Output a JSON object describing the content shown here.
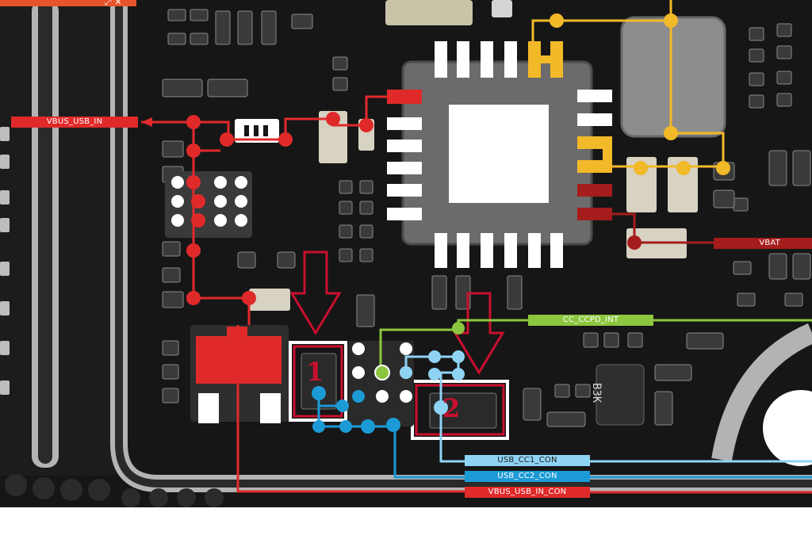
{
  "labels": {
    "vbus_usb_in": "VBUS_USB_IN",
    "vbat": "VBAT",
    "cc_ccpd_int": "CC_CCPD_INT",
    "usb_cc1_con": "USB_CC1_CON",
    "usb_cc2_con": "USB_CC2_CON",
    "vbus_usb_in_con": "VBUS_USB_IN_CON"
  },
  "markers": {
    "first": "1",
    "second": "2"
  },
  "chip_marking": "B3K",
  "colors": {
    "board": "#141414",
    "vbus": "#e02a2a",
    "vbat": "#a51c1c",
    "cc_ccpd": "#8cc63f",
    "cc1": "#8fd3f4",
    "cc2": "#1c9ad6",
    "power_rail": "#f2b928",
    "marker": "#c8102e"
  },
  "icons": [
    "expand-icon",
    "close-icon"
  ]
}
